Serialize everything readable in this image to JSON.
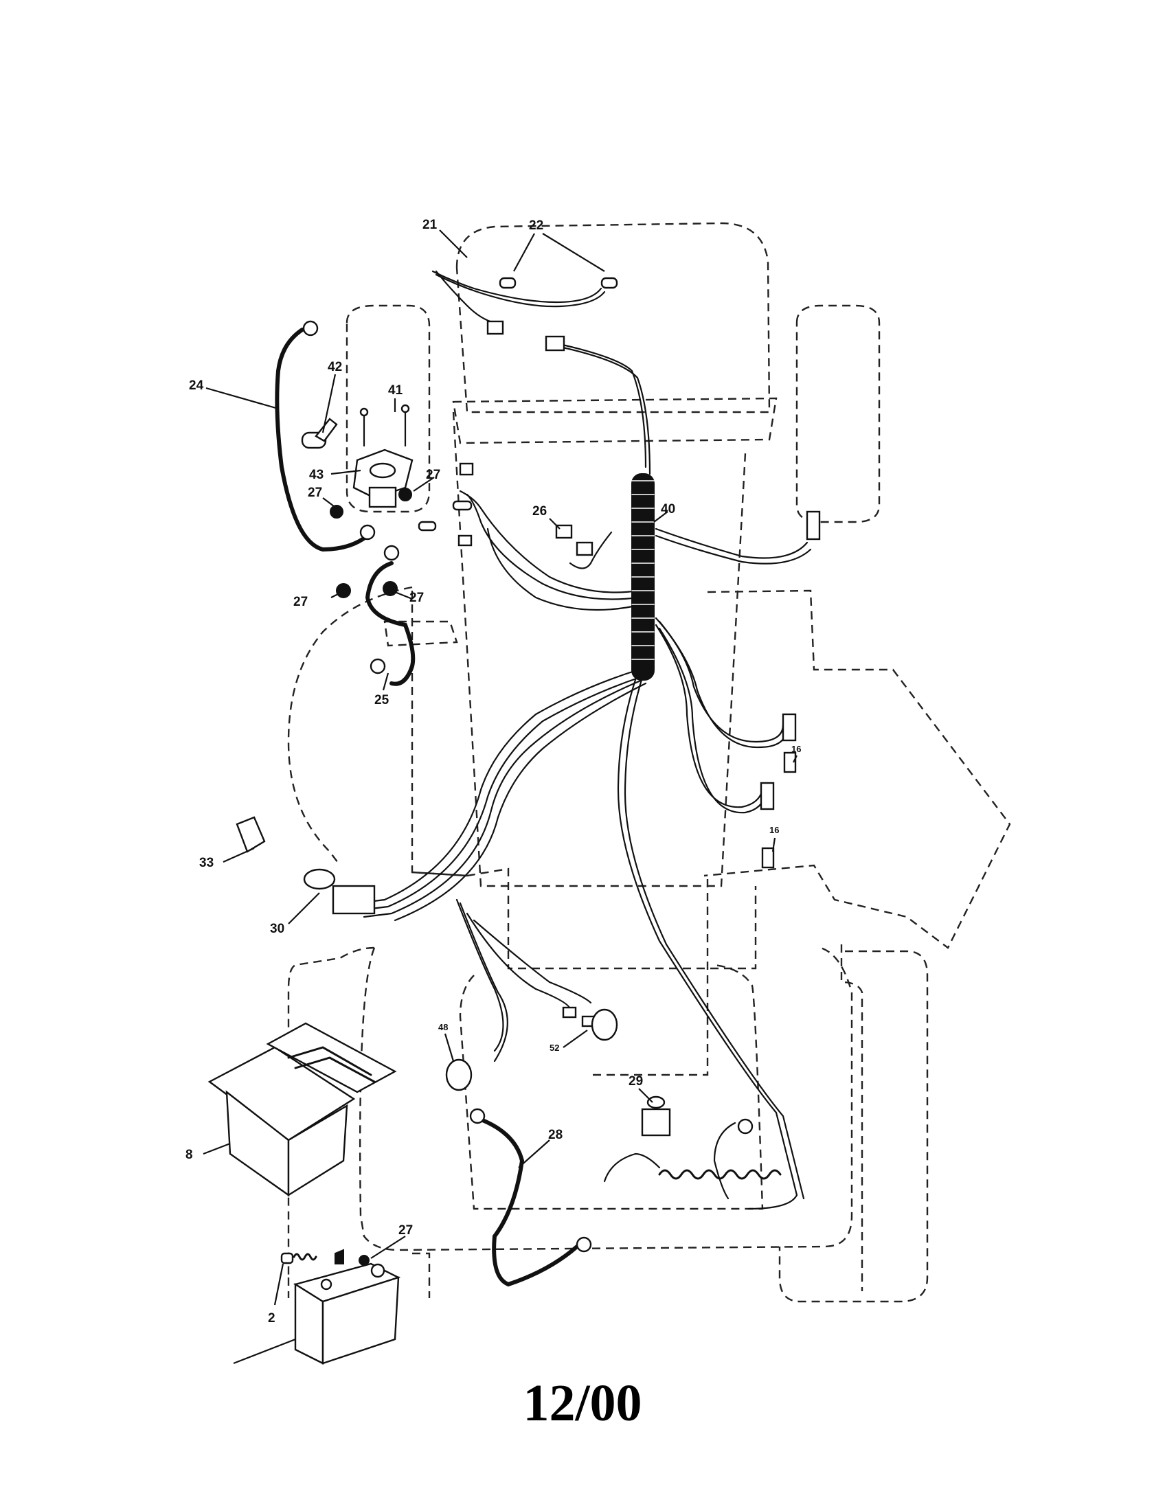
{
  "footer": {
    "revision_date": "12/00"
  },
  "callouts": {
    "c21": "21",
    "c22": "22",
    "c24": "24",
    "c42": "42",
    "c41": "41",
    "c43": "43",
    "c27a": "27",
    "c27b": "27",
    "c27c": "27",
    "c27d": "27",
    "c27e": "27",
    "c26": "26",
    "c40": "40",
    "c25": "25",
    "c16a": "16",
    "c16b": "16",
    "c33": "33",
    "c30": "30",
    "c48": "48",
    "c52": "52",
    "c29": "29",
    "c28": "28",
    "c8": "8",
    "c2": "2"
  }
}
